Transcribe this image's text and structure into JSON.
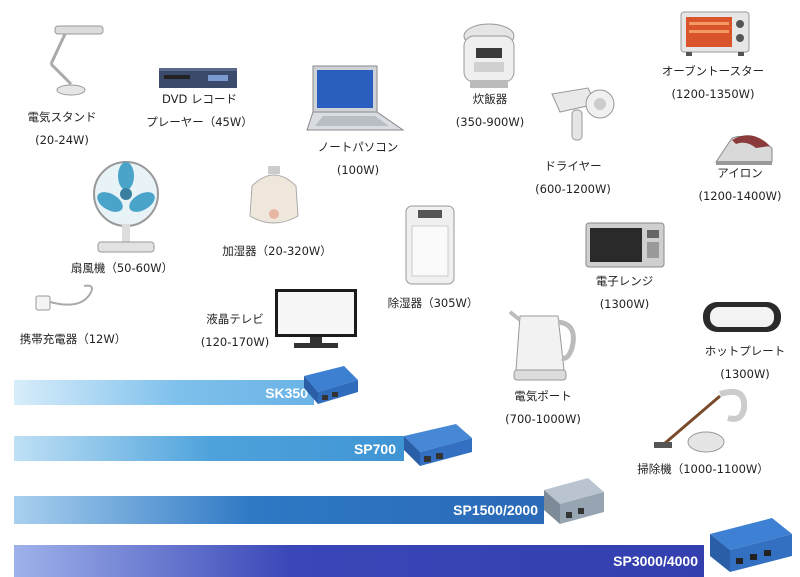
{
  "appliances": [
    {
      "name": "電気スタンド",
      "power": "(20-24W)",
      "icon": "desk-lamp-icon"
    },
    {
      "name": "DVD レコード",
      "name2": "プレーヤー（45W）",
      "icon": "dvd-player-icon"
    },
    {
      "name": "ノートパソコン",
      "power": "(100W)",
      "icon": "laptop-icon"
    },
    {
      "name": "炊飯器",
      "power": "(350-900W)",
      "icon": "rice-cooker-icon"
    },
    {
      "name": "ドライヤー",
      "power": "(600-1200W)",
      "icon": "hair-dryer-icon"
    },
    {
      "name": "オーブントースター",
      "power": "(1200-1350W)",
      "icon": "toaster-oven-icon"
    },
    {
      "name": "アイロン",
      "power": "(1200-1400W)",
      "icon": "iron-icon"
    },
    {
      "name": "扇風機（50-60W）",
      "icon": "electric-fan-icon"
    },
    {
      "name": "加湿器（20-320W）",
      "icon": "humidifier-icon"
    },
    {
      "name": "除湿器（305W）",
      "icon": "dehumidifier-icon"
    },
    {
      "name": "電子レンジ",
      "power": "(1300W)",
      "icon": "microwave-icon"
    },
    {
      "name": "携帯充電器（12W）",
      "icon": "phone-charger-icon"
    },
    {
      "name": "液晶テレビ",
      "power": "(120-170W)",
      "icon": "lcd-tv-icon"
    },
    {
      "name": "ホットプレート",
      "power": "(1300W)",
      "icon": "hot-plate-icon"
    },
    {
      "name": "電気ポート",
      "power": "(700-1000W)",
      "icon": "electric-kettle-icon"
    },
    {
      "name": "掃除機（1000-1100W）",
      "icon": "vacuum-cleaner-icon"
    }
  ],
  "inverters": [
    {
      "model": "SK350",
      "color": "#7ec0ec"
    },
    {
      "model": "SP700",
      "color": "#4fa3dc"
    },
    {
      "model": "SP1500/2000",
      "color": "#2e78c4"
    },
    {
      "model": "SP3000/4000",
      "color": "#3b47b8"
    }
  ]
}
